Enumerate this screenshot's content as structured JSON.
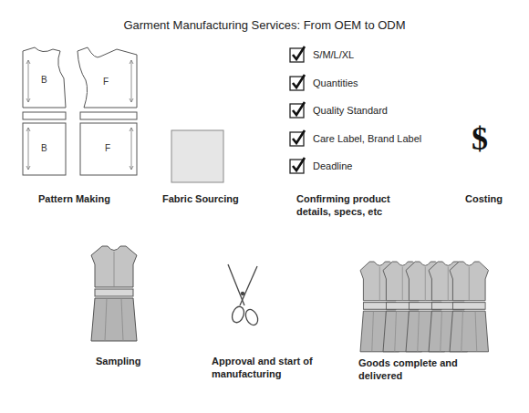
{
  "diagram": {
    "title": "Garment Manufacturing Services: From OEM to ODM",
    "labels": [
      "B",
      "F",
      "B",
      "F",
      "S/M/L/XL",
      "Quantities",
      "Quality Standard",
      "Care Label, Brand Label",
      "Deadline",
      "$",
      "Pattern Making",
      "Fabric Sourcing",
      "Confirming product details, specs, etc",
      "Costing",
      "Sampling",
      "Approval and start of manufacturing",
      "Goods complete and delivered"
    ]
  }
}
